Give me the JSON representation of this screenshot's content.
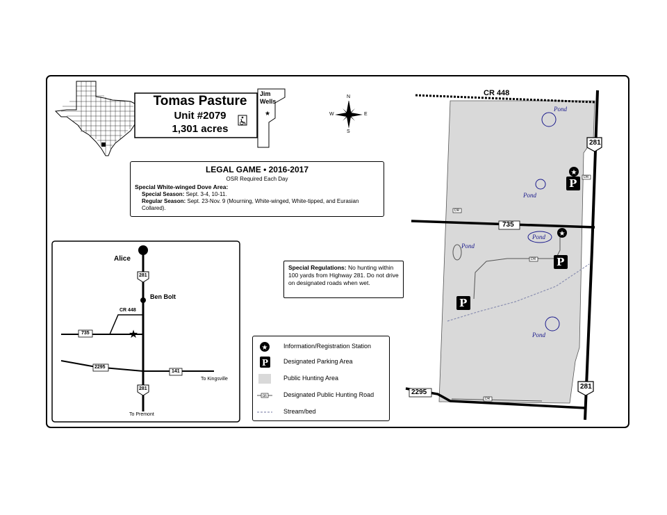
{
  "title": {
    "name": "Tomas Pasture",
    "unit": "Unit #2079",
    "acres": "1,301 acres"
  },
  "county": {
    "name": "Jim Wells"
  },
  "compass": {
    "n": "N",
    "s": "S",
    "e": "E",
    "w": "W"
  },
  "legal_game": {
    "header": "LEGAL GAME • 2016-2017",
    "subheader": "OSR Required Each Day",
    "section": "Special White-winged Dove Area:",
    "special_label": "Special Season:",
    "special_text": " Sept. 3-4, 10-11.",
    "regular_label": "Regular Season:",
    "regular_text": " Sept. 23-Nov. 9 (Mourning, White-winged, White-tipped, and Eurasian Collared)."
  },
  "special_regs": {
    "label": "Special Regulations:",
    "text": " No hunting within 100 yards from Highway 281. Do not drive on designated roads when wet."
  },
  "legend": [
    {
      "symbol": "star-circle-icon",
      "label": "Information/Registration Station"
    },
    {
      "symbol": "parking-icon",
      "label": "Designated Parking Area"
    },
    {
      "symbol": "gray-fill-swatch",
      "label": "Public Hunting Area"
    },
    {
      "symbol": "dashed-road-icon",
      "label": "Designated Public Hunting Road"
    },
    {
      "symbol": "dotted-stream-icon",
      "label": "Stream/bed"
    }
  ],
  "locator": {
    "alice": "Alice",
    "ben_bolt": "Ben Bolt",
    "cr448": "CR 448",
    "hwy281_top": "281",
    "hwy281_bottom": "281",
    "rd735": "735",
    "rd2295": "2295",
    "rd141": "141",
    "to_kingsville": "To Kingsville",
    "to_premont": "To Premont"
  },
  "main_map": {
    "cr448": "CR 448",
    "rd735": "735",
    "rd2295": "2295",
    "hwy281_top": "281",
    "hwy281_bottom": "281",
    "dr": "DR",
    "parking": "P",
    "ponds": [
      "Pond",
      "Pond",
      "Pond",
      "Pond",
      "Pond"
    ]
  },
  "colors": {
    "hunting_area": "#d9d9d9",
    "pond_outline": "#1a1a8c",
    "stream": "#8a8fb0"
  }
}
